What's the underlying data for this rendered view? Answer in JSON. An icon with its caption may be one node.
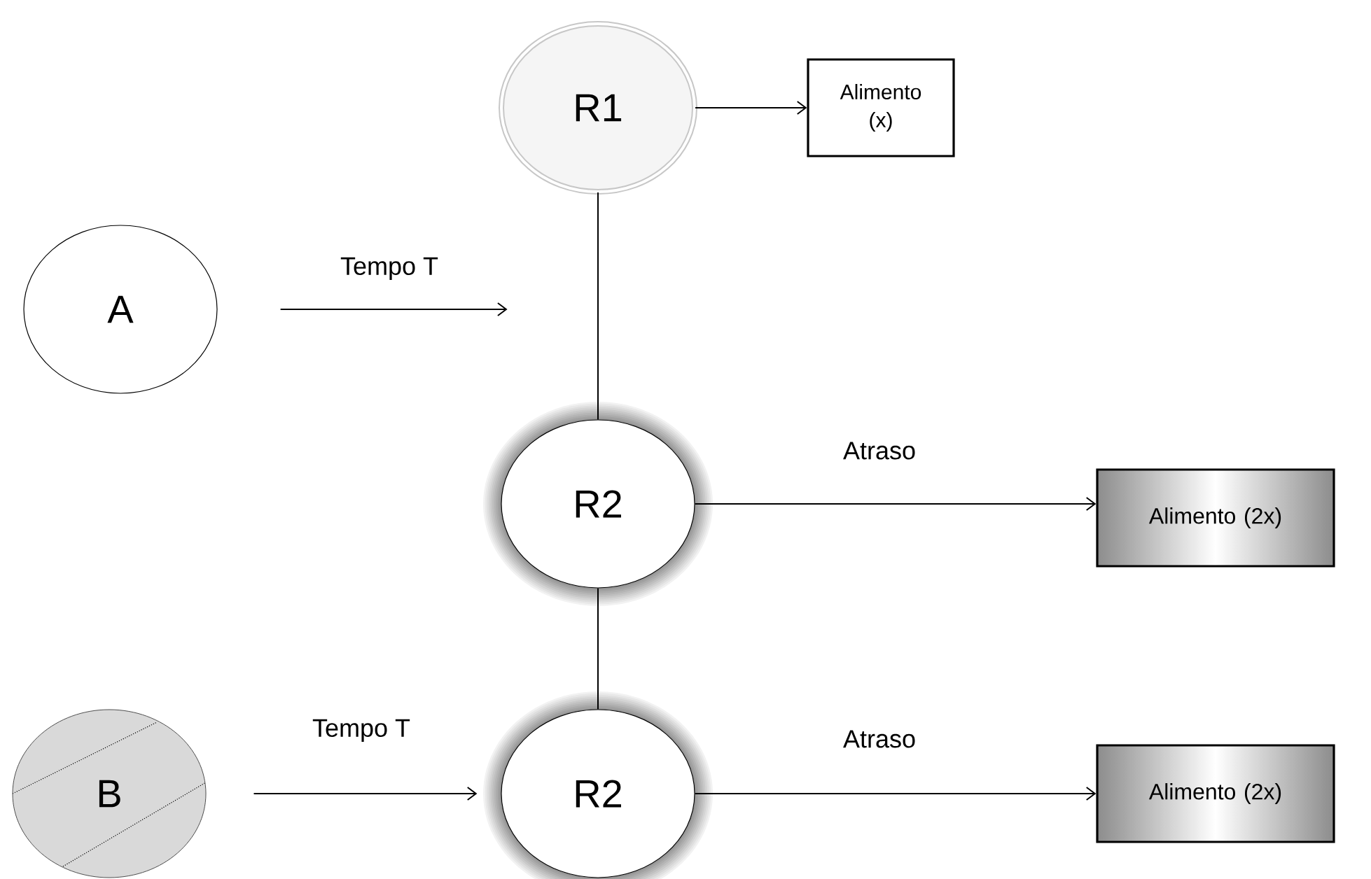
{
  "diagram": {
    "nodes": [
      {
        "text": [
          "R1"
        ]
      },
      {
        "text": [
          "Alimento (x)"
        ]
      },
      {
        "text": [
          "A"
        ]
      },
      {
        "text": [
          "R2"
        ]
      },
      {
        "text": [
          "Alimento (2x)"
        ]
      },
      {
        "text": [
          "B"
        ]
      },
      {
        "text": [
          "R2"
        ]
      },
      {
        "text": [
          "Alimento (2x)"
        ]
      }
    ],
    "edges": [
      {
        "from": 0,
        "to": 1,
        "arrow": "to"
      },
      {
        "from": 0,
        "to": 3,
        "arrow": "none"
      },
      {
        "from": 2,
        "to": null,
        "arrow": "to",
        "label": "Tempo T"
      },
      {
        "from": 3,
        "to": 4,
        "arrow": "to",
        "label": "Atraso"
      },
      {
        "from": 3,
        "to": 6,
        "arrow": "none"
      },
      {
        "from": 5,
        "to": 6,
        "arrow": "to",
        "label": "Tempo T"
      },
      {
        "from": 6,
        "to": 7,
        "arrow": "to",
        "label": "Atraso"
      }
    ]
  }
}
